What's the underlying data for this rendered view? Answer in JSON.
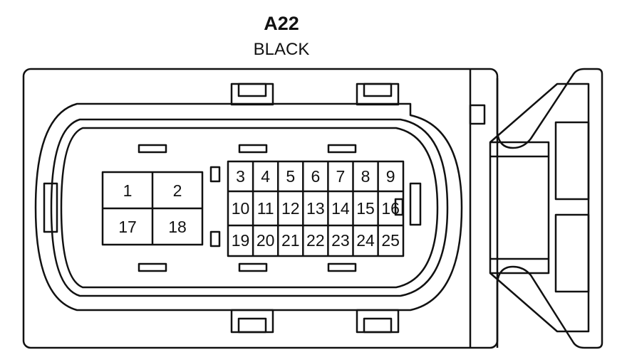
{
  "connector": {
    "id": "A22",
    "color": "BLACK"
  },
  "pins": {
    "large_top": [
      "1",
      "2"
    ],
    "large_bottom": [
      "17",
      "18"
    ],
    "row1": [
      "3",
      "4",
      "5",
      "6",
      "7",
      "8",
      "9"
    ],
    "row2": [
      "10",
      "11",
      "12",
      "13",
      "14",
      "15",
      "16"
    ],
    "row3": [
      "19",
      "20",
      "21",
      "22",
      "23",
      "24",
      "25"
    ]
  }
}
